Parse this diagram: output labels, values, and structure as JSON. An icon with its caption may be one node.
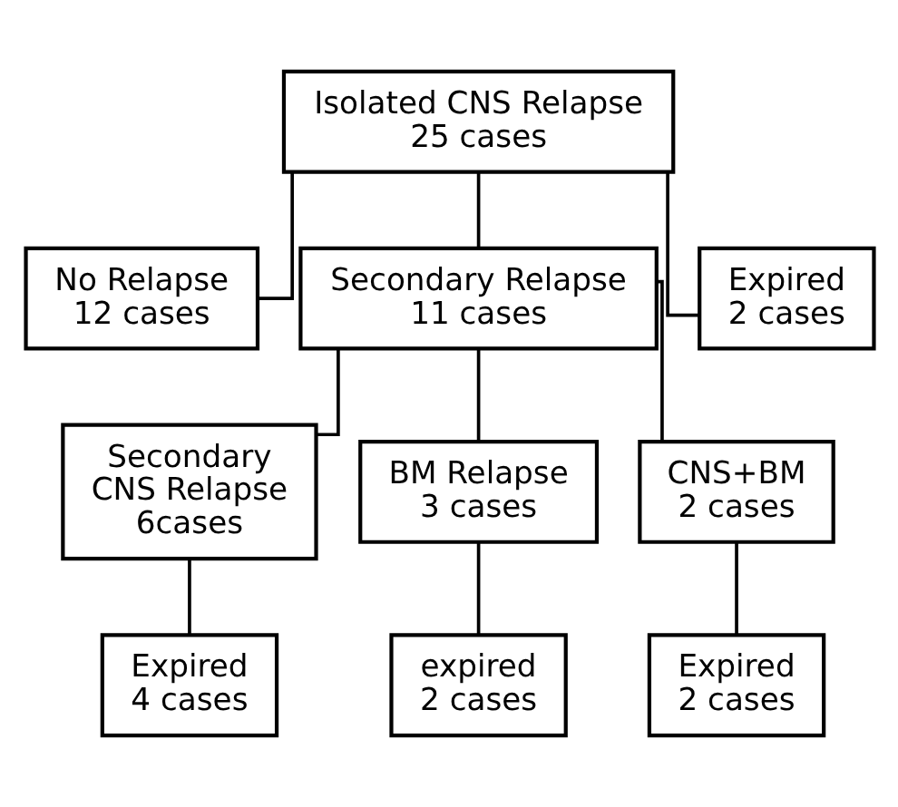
{
  "diagram": {
    "nodes": [
      {
        "text": [
          "Isolated CNS Relapse",
          "25 cases"
        ]
      },
      {
        "text": [
          "No Relapse",
          "12 cases"
        ]
      },
      {
        "text": [
          "Secondary Relapse",
          "11 cases"
        ]
      },
      {
        "text": [
          "Expired",
          "2 cases"
        ]
      },
      {
        "text": [
          "Secondary CNS Relapse",
          "6cases"
        ]
      },
      {
        "text": [
          "BM Relapse",
          "3 cases"
        ]
      },
      {
        "text": [
          "CNS+BM",
          "2 cases"
        ]
      },
      {
        "text": [
          "Expired",
          "4 cases"
        ]
      },
      {
        "text": [
          "expired",
          "2 cases"
        ]
      },
      {
        "text": [
          "Expired",
          "2 cases"
        ]
      }
    ],
    "edges": [
      {
        "from": 0,
        "to": 1,
        "arrow": "none"
      },
      {
        "from": 0,
        "to": 2,
        "arrow": "none"
      },
      {
        "from": 0,
        "to": 3,
        "arrow": "none"
      },
      {
        "from": 2,
        "to": 4,
        "arrow": "none"
      },
      {
        "from": 2,
        "to": 5,
        "arrow": "none"
      },
      {
        "from": 2,
        "to": 6,
        "arrow": "none"
      },
      {
        "from": 4,
        "to": 7,
        "arrow": "none"
      },
      {
        "from": 5,
        "to": 8,
        "arrow": "none"
      },
      {
        "from": 6,
        "to": 9,
        "arrow": "none"
      }
    ]
  }
}
